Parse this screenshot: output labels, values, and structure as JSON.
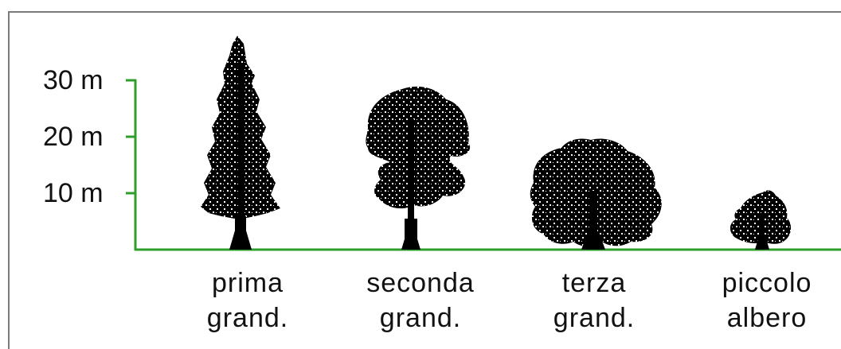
{
  "colors": {
    "axis": "#2e9e2a",
    "tree": "#000000",
    "border": "#7a7a7a",
    "background": "#ffffff"
  },
  "axis": {
    "ticks": [
      "30 m",
      "20 m",
      "10 m"
    ]
  },
  "trees": [
    {
      "icon": "conifer-tree-icon",
      "line1": "prima",
      "line2": "grand."
    },
    {
      "icon": "broadleaf-tree-icon",
      "line1": "seconda",
      "line2": "grand."
    },
    {
      "icon": "round-crown-tree-icon",
      "line1": "terza",
      "line2": "grand."
    },
    {
      "icon": "small-tree-icon",
      "line1": "piccolo",
      "line2": "albero"
    }
  ]
}
